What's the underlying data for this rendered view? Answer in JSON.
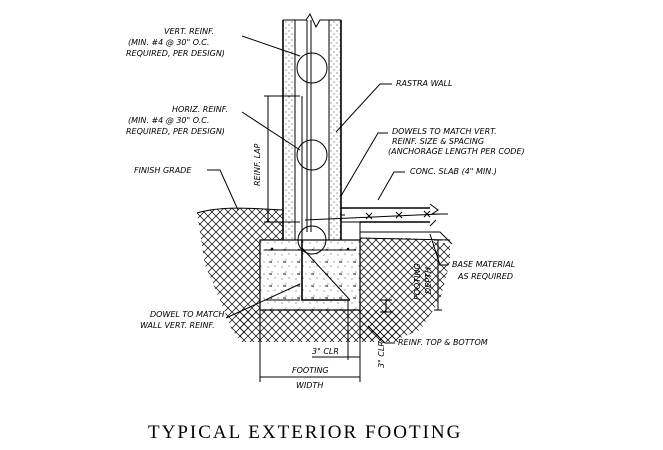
{
  "title": "TYPICAL EXTERIOR FOOTING",
  "labels": {
    "vert_reinf": [
      "VERT. REINF.",
      "(MIN. #4 @ 30\" O.C.",
      "REQUIRED, PER DESIGN)"
    ],
    "horiz_reinf": [
      "HORIZ. REINF.",
      "(MIN. #4 @ 30\" O.C.",
      "REQUIRED, PER DESIGN)"
    ],
    "rastra_wall": "RASTRA WALL",
    "dowels": [
      "DOWELS TO MATCH VERT.",
      "REINF. SIZE & SPACING",
      "(ANCHORAGE LENGTH PER CODE)"
    ],
    "conc_slab": "CONC. SLAB (4\" MIN.)",
    "finish_grade": "FINISH GRADE",
    "reinf_lap": "REINF. LAP",
    "base_material": [
      "BASE MATERIAL",
      "AS REQUIRED"
    ],
    "footing_depth": [
      "FOOTING",
      "DEPTH"
    ],
    "dowel_wall": [
      "DOWEL TO MATCH",
      "WALL VERT. REINF."
    ],
    "reinf_top_bottom": "REINF. TOP & BOTTOM",
    "clr_horizontal": "3\" CLR",
    "clr_vertical": "3\" CLR",
    "footing_width": [
      "FOOTING",
      "WIDTH"
    ]
  }
}
